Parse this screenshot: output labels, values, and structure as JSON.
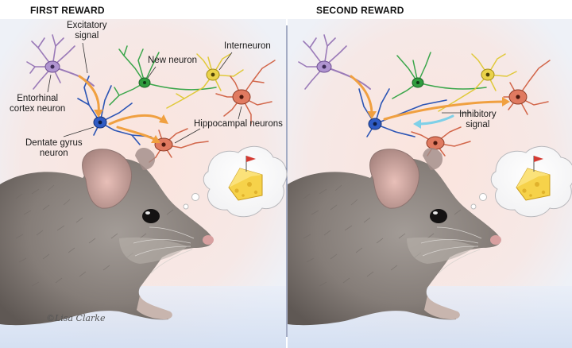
{
  "panels": [
    {
      "title": "FIRST REWARD"
    },
    {
      "title": "SECOND REWARD"
    }
  ],
  "labels": {
    "excitatory_signal": "Excitatory\nsignal",
    "new_neuron": "New neuron",
    "interneuron": "Interneuron",
    "entorhinal": "Entorhinal\ncortex neuron",
    "hippocampal": "Hippocampal neurons",
    "dentate": "Dentate gyrus\nneuron",
    "inhibitory_signal": "Inhibitory\nsignal"
  },
  "signature": "©Lisa Clarke",
  "colors": {
    "entorhinal_neuron": "#9a7ab8",
    "dentate_neuron": "#2c55b5",
    "new_neuron": "#3aa64a",
    "interneuron": "#e0c93a",
    "hippocampal_neuron": "#d2664a",
    "excitatory_arrow": "#f0a040",
    "inhibitory_arrow": "#7fd0e8",
    "divider": "#4a5a8a",
    "mouse_fur": "#8b8480"
  },
  "icons": [
    "cheese-icon",
    "flag-icon",
    "thought-bubble-icon",
    "mouse-illustration",
    "neuron-icon"
  ]
}
